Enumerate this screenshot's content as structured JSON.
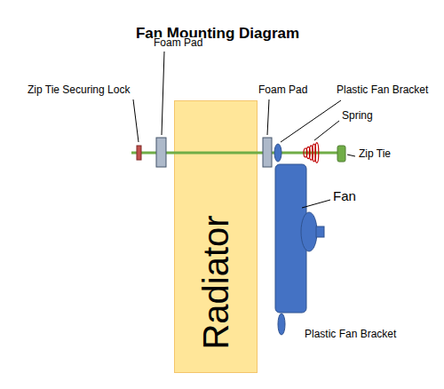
{
  "diagram": {
    "title": "Fan Mounting Diagram",
    "nodes": [
      {
        "text": [
          "Radiator"
        ]
      }
    ],
    "labels": [
      "Zip Tie Securing Lock",
      "Foam Pad",
      "Foam Pad",
      "Plastic Fan Bracket",
      "Spring",
      "Zip Tie",
      "Fan",
      "Plastic Fan Bracket"
    ]
  }
}
